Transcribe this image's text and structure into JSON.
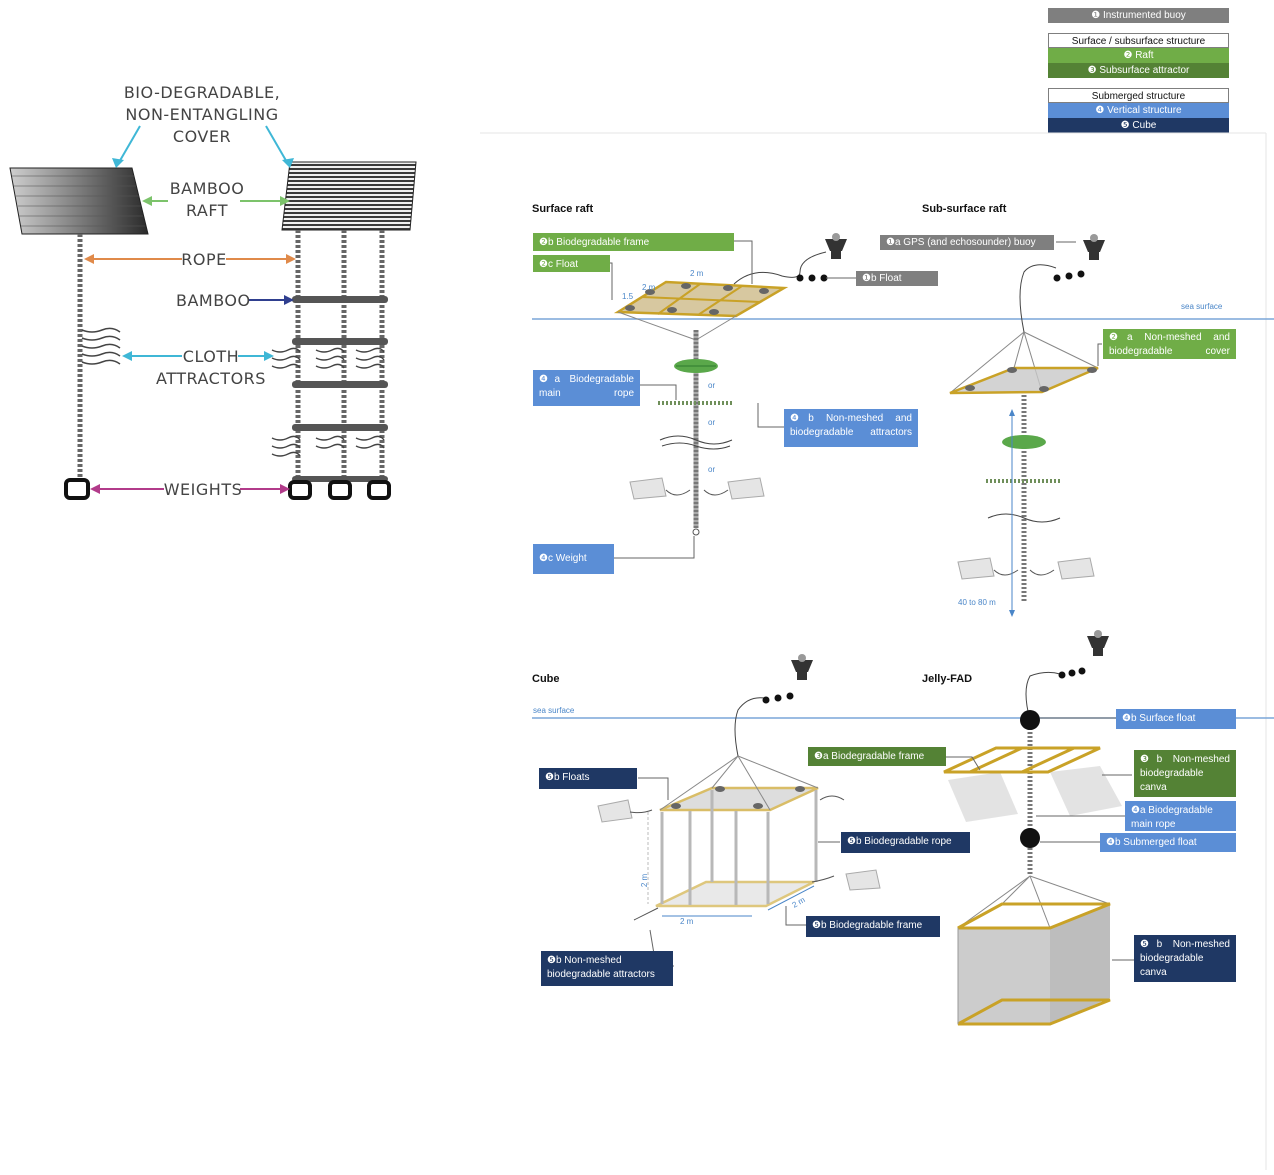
{
  "left_panel": {
    "cover_label": [
      "BIO-DEGRADABLE,",
      "NON-ENTANGLING",
      "COVER"
    ],
    "raft_label": [
      "BAMBOO",
      "RAFT"
    ],
    "rope_label": "ROPE",
    "bamboo_label": "BAMBOO",
    "cloth_label": [
      "CLOTH",
      "ATTRACTORS"
    ],
    "weights_label": "WEIGHTS"
  },
  "legend": {
    "buoy": "❶ Instrumented buoy",
    "surface_head": "Surface / subsurface structure",
    "raft": "❷ Raft",
    "attractor": "❸ Subsurface attractor",
    "submerged_head": "Submerged structure",
    "vertical": "❹ Vertical structure",
    "cube": "❺ Cube"
  },
  "surface_raft": {
    "title": "Surface raft",
    "frame": "❷b Biodegradable frame",
    "float": "❷c Float",
    "float_b": "❶b Float",
    "dim_15": "1.5",
    "dim_2a": "2 m",
    "dim_2b": "2 m",
    "main_rope": "❹a Biodegradable main rope",
    "attractors": "❹b Non-meshed and biodegradable attractors",
    "weight": "❹c Weight",
    "or_1": "or",
    "or_2": "or",
    "or_3": "or"
  },
  "subsurface_raft": {
    "title": "Sub-surface raft",
    "gps": "❶a GPS (and echosounder) buoy",
    "sea_surface": "sea surface",
    "cover": "❷a Non-meshed and biodegradable cover",
    "depth": "40 to 80 m"
  },
  "cube": {
    "title": "Cube",
    "sea_surface": "sea surface",
    "floats": "❺b Floats",
    "rope": "❺b Biodegradable rope",
    "frame": "❺b Biodegradable frame",
    "attractors": "❺b Non-meshed biodegradable attractors",
    "dim_2m_v": "2 m",
    "dim_2m_h": "2 m",
    "dim_2m_d": "2 m"
  },
  "jelly": {
    "title": "Jelly-FAD",
    "surface_float": "❹b Surface float",
    "frame": "❸a Biodegradable frame",
    "canva_top": "❸b Non-meshed biodegradable canva",
    "main_rope": "❹a Biodegradable main rope",
    "submerged_float": "❹b Submerged float",
    "canva_bottom": "❺b Non-meshed biodegradable canva"
  },
  "colors": {
    "green_light": "#70ad47",
    "green_dark": "#548235",
    "grey": "#7f7f7f",
    "blue_light": "#5b8ed6",
    "blue_dark": "#1f3864",
    "frame": "#c9a227",
    "sea": "#7aa6d8"
  }
}
